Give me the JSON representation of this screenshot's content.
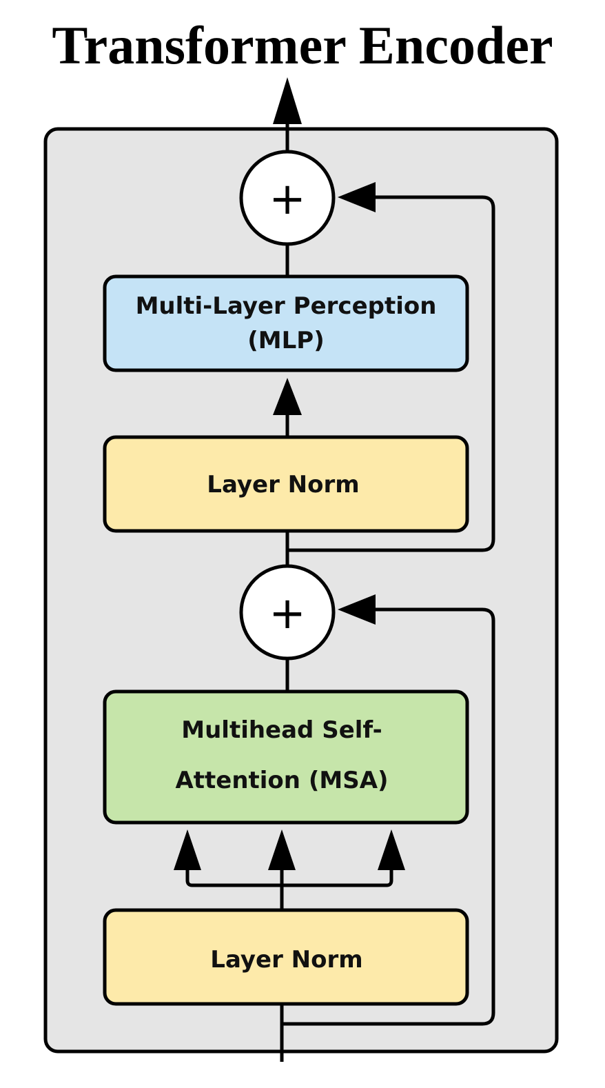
{
  "title": "Transformer Encoder",
  "blocks": {
    "mlp": {
      "line1": "Multi-Layer Perception",
      "line2": "(MLP)",
      "fill": "#c5e3f6"
    },
    "layer_norm_top": {
      "label": "Layer Norm",
      "fill": "#fdeaaa"
    },
    "msa": {
      "line1": "Multihead Self-",
      "line2": "Attention (MSA)",
      "fill": "#c6e5aa"
    },
    "layer_norm_bottom": {
      "label": "Layer Norm",
      "fill": "#fdeaaa"
    }
  },
  "adders": {
    "top": {
      "symbol": "+"
    },
    "bottom": {
      "symbol": "+"
    }
  },
  "colors": {
    "container": "#e5e5e5",
    "stroke": "#000000"
  }
}
